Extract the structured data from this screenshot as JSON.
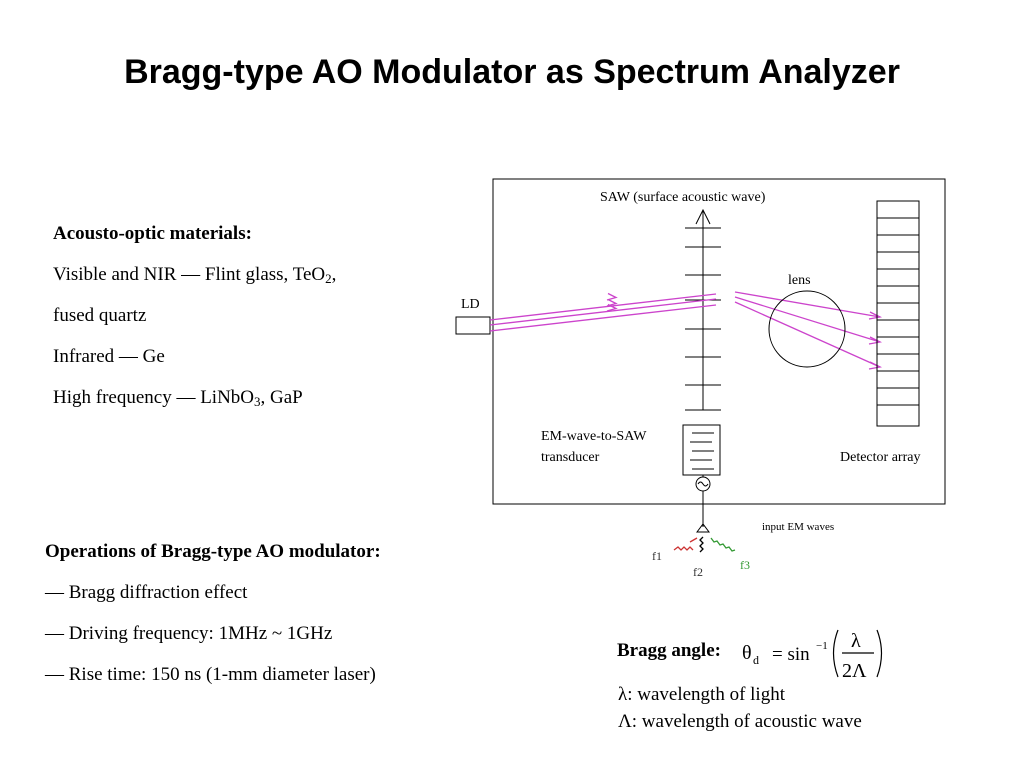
{
  "title": "Bragg-type AO Modulator as Spectrum Analyzer",
  "materials": {
    "heading": "Acousto-optic materials:",
    "visible_prefix": "Visible and NIR — Flint glass, TeO",
    "visible_sub": "2",
    "visible_suffix": ",",
    "fused": "fused quartz",
    "infrared": "Infrared — Ge",
    "highfreq_prefix": "High frequency — LiNbO",
    "highfreq_sub": "3",
    "highfreq_suffix": ", GaP"
  },
  "operations": {
    "heading": "Operations of Bragg-type AO modulator:",
    "items": [
      "— Bragg diffraction effect",
      "— Driving frequency: 1MHz ~ 1GHz",
      "— Rise time: 150 ns (1-mm diameter laser)"
    ]
  },
  "bragg": {
    "label": "Bragg angle:",
    "theta": "θ",
    "theta_sub": "d",
    "eq": "= sin",
    "exp": "−1",
    "num": "λ",
    "den": "2Λ",
    "def_lambda": "λ: wavelength of light",
    "def_Lambda": "Λ: wavelength of acoustic wave"
  },
  "diagram": {
    "saw": "SAW (surface acoustic wave)",
    "ld": "LD",
    "lens": "lens",
    "transducer_line1": "EM-wave-to-SAW",
    "transducer_line2": "transducer",
    "detector": "Detector array",
    "input": "input EM waves",
    "f1": "f1",
    "f2": "f2",
    "f3": "f3",
    "beam_color": "#cc44cc"
  }
}
